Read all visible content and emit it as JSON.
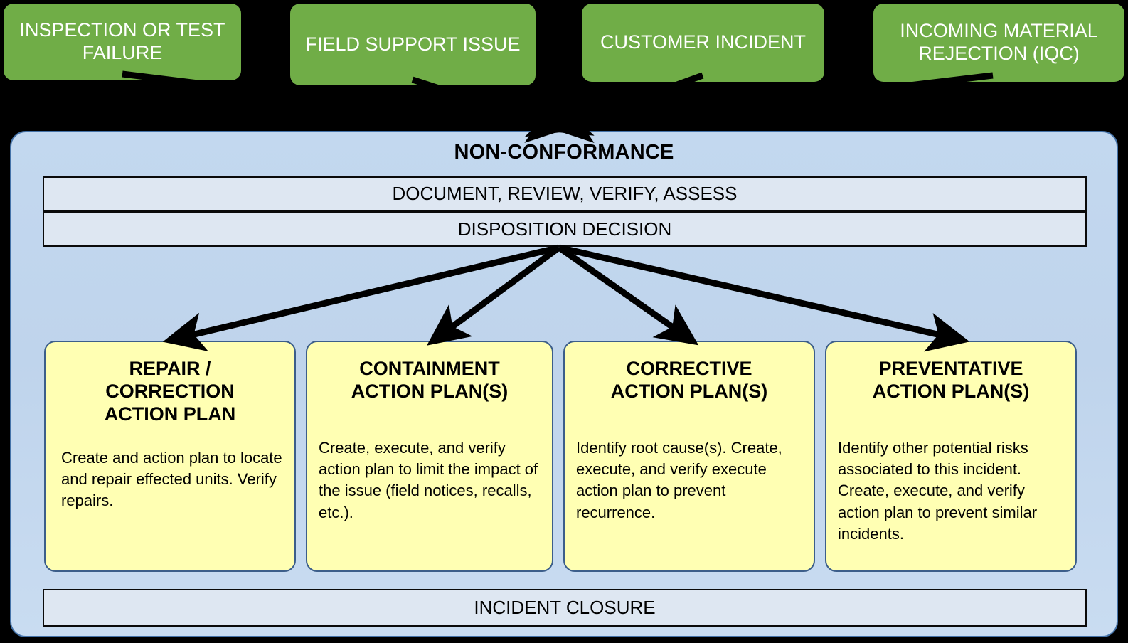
{
  "colors": {
    "background": "#000000",
    "source_box_fill": "#70AD47",
    "source_box_text": "#FFFFFF",
    "container_fill": "#C1D6EE",
    "container_border": "#4472A8",
    "process_bar_fill": "#DEE7F2",
    "process_bar_border": "#0A0A0A",
    "action_card_fill": "#FFFFB3",
    "action_card_border": "#3C5E8A",
    "arrow": "#000000"
  },
  "sources": {
    "items": [
      {
        "label": "INSPECTION OR TEST FAILURE"
      },
      {
        "label": "FIELD SUPPORT ISSUE"
      },
      {
        "label": "CUSTOMER INCIDENT"
      },
      {
        "label": "INCOMING MATERIAL REJECTION (IQC)"
      }
    ]
  },
  "container": {
    "title": "NON-CONFORMANCE",
    "bars": {
      "document": "DOCUMENT, REVIEW, VERIFY, ASSESS",
      "disposition": "DISPOSITION  DECISION",
      "closure": "INCIDENT CLOSURE"
    }
  },
  "action_plans": {
    "items": [
      {
        "title": "REPAIR /\nCORRECTION\nACTION PLAN",
        "body": "Create and action plan to locate and repair effected units.  Verify repairs."
      },
      {
        "title": "CONTAINMENT\nACTION PLAN(S)",
        "body": "Create, execute, and verify action plan to limit the impact of the issue (field notices, recalls, etc.)."
      },
      {
        "title": "CORRECTIVE\nACTION PLAN(S)",
        "body": "Identify root cause(s). Create, execute, and verify execute action plan to prevent recurrence."
      },
      {
        "title": "PREVENTATIVE\nACTION PLAN(S)",
        "body": "Identify other potential risks associated to this incident.  Create, execute, and verify action plan to prevent similar incidents."
      }
    ]
  }
}
